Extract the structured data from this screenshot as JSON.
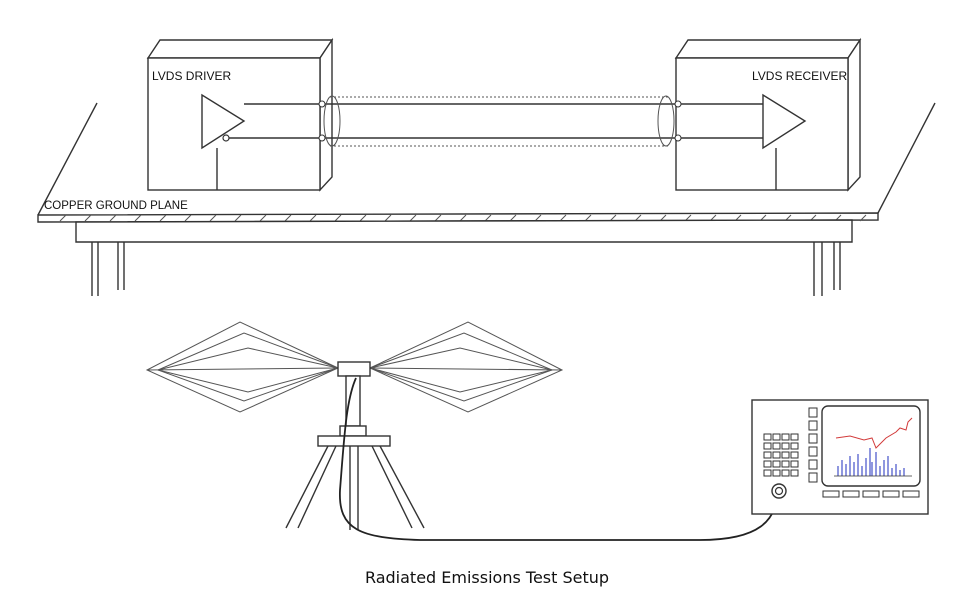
{
  "labels": {
    "driver": "LVDS DRIVER",
    "receiver": "LVDS RECEIVER",
    "ground_plane": "COPPER GROUND PLANE",
    "caption": "Radiated Emissions Test Setup"
  },
  "colors": {
    "line": "#333333",
    "spectrum_bars": "#1f2fbf",
    "limit_line": "#d23a3a"
  },
  "icons": {
    "antenna": "biconical-antenna-icon",
    "analyzer": "spectrum-analyzer-icon",
    "tripod": "tripod-icon"
  }
}
